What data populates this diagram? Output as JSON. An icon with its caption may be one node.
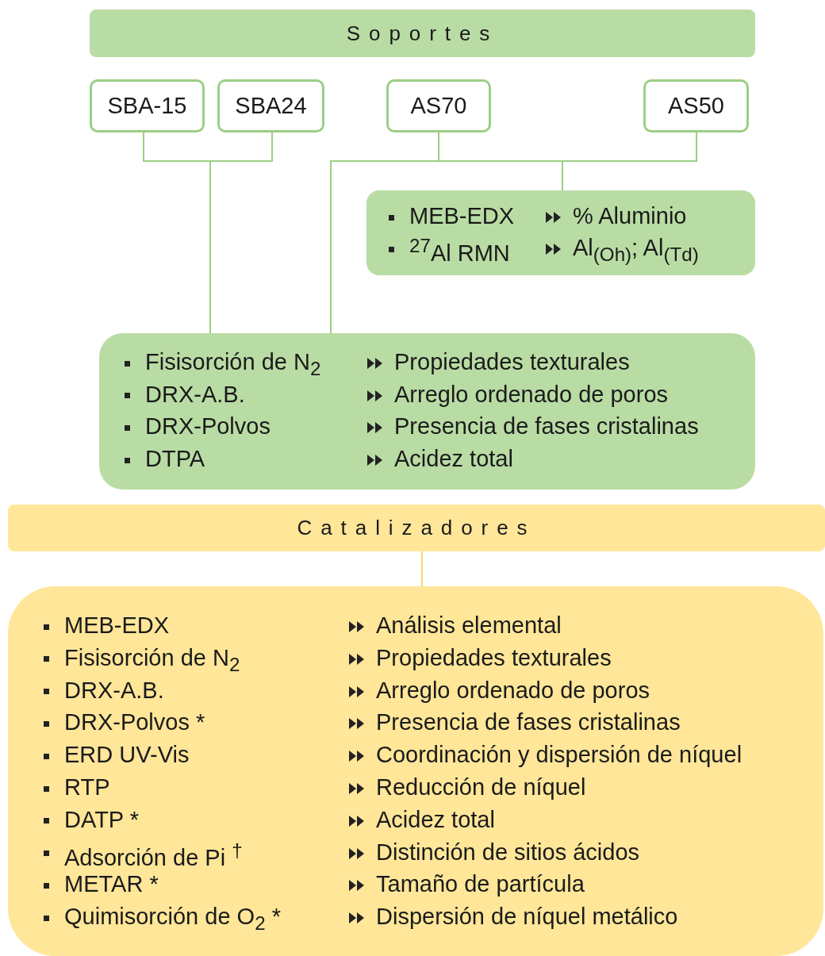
{
  "diagram": {
    "nodes": [
      {
        "text": [
          "Soportes"
        ]
      },
      {
        "text": [
          "SBA-15"
        ]
      },
      {
        "text": [
          "SBA24"
        ]
      },
      {
        "text": [
          "AS70"
        ]
      },
      {
        "text": [
          "AS50"
        ]
      },
      {
        "text": [
          "MEB-EDX",
          "% Aluminio",
          "$^{27}$Al RMN",
          "Al$_{(Oh)}$; Al$_{(Td)}$"
        ]
      },
      {
        "text": [
          "Fisisorción de N$_{2}$",
          "Propiedades texturales",
          "DRX-A.B.",
          "Arreglo ordenado de poros",
          "DRX-Polvos",
          "Presencia de fases cristalinas",
          "DTPA",
          "Acidez total"
        ]
      },
      {
        "text": [
          "Catalizadores"
        ]
      },
      {
        "text": [
          "MEB-EDX",
          "Análisis elemental",
          "Fisisorción de N$_{2}$",
          "Propiedades texturales",
          "DRX-A.B.",
          "Arreglo ordenado de poros",
          "DRX-Polvos *",
          "Presencia de fases cristalinas",
          "ERD UV-Vis",
          "Coordinación y dispersión de níquel",
          "RTP",
          "Reducción de níquel",
          "DATP *",
          "Acidez total",
          "Adsorción de Pi $^{†}$",
          "Distinción de sitios ácidos",
          "METAR *",
          "Tamaño de partícula",
          "Quimisorción de O$_{2}$ *",
          "Dispersión de níquel metálico"
        ]
      }
    ],
    "edges": [
      {
        "from": 1,
        "to": 6,
        "arrow": "none"
      },
      {
        "from": 2,
        "to": 6,
        "arrow": "none"
      },
      {
        "from": 3,
        "to": 5,
        "arrow": "none"
      },
      {
        "from": 4,
        "to": 5,
        "arrow": "none"
      },
      {
        "from": 3,
        "to": 6,
        "arrow": "none"
      },
      {
        "from": 4,
        "to": 6,
        "arrow": "none"
      },
      {
        "from": 7,
        "to": 8,
        "arrow": "none",
        "color": "#ffd966"
      }
    ]
  }
}
